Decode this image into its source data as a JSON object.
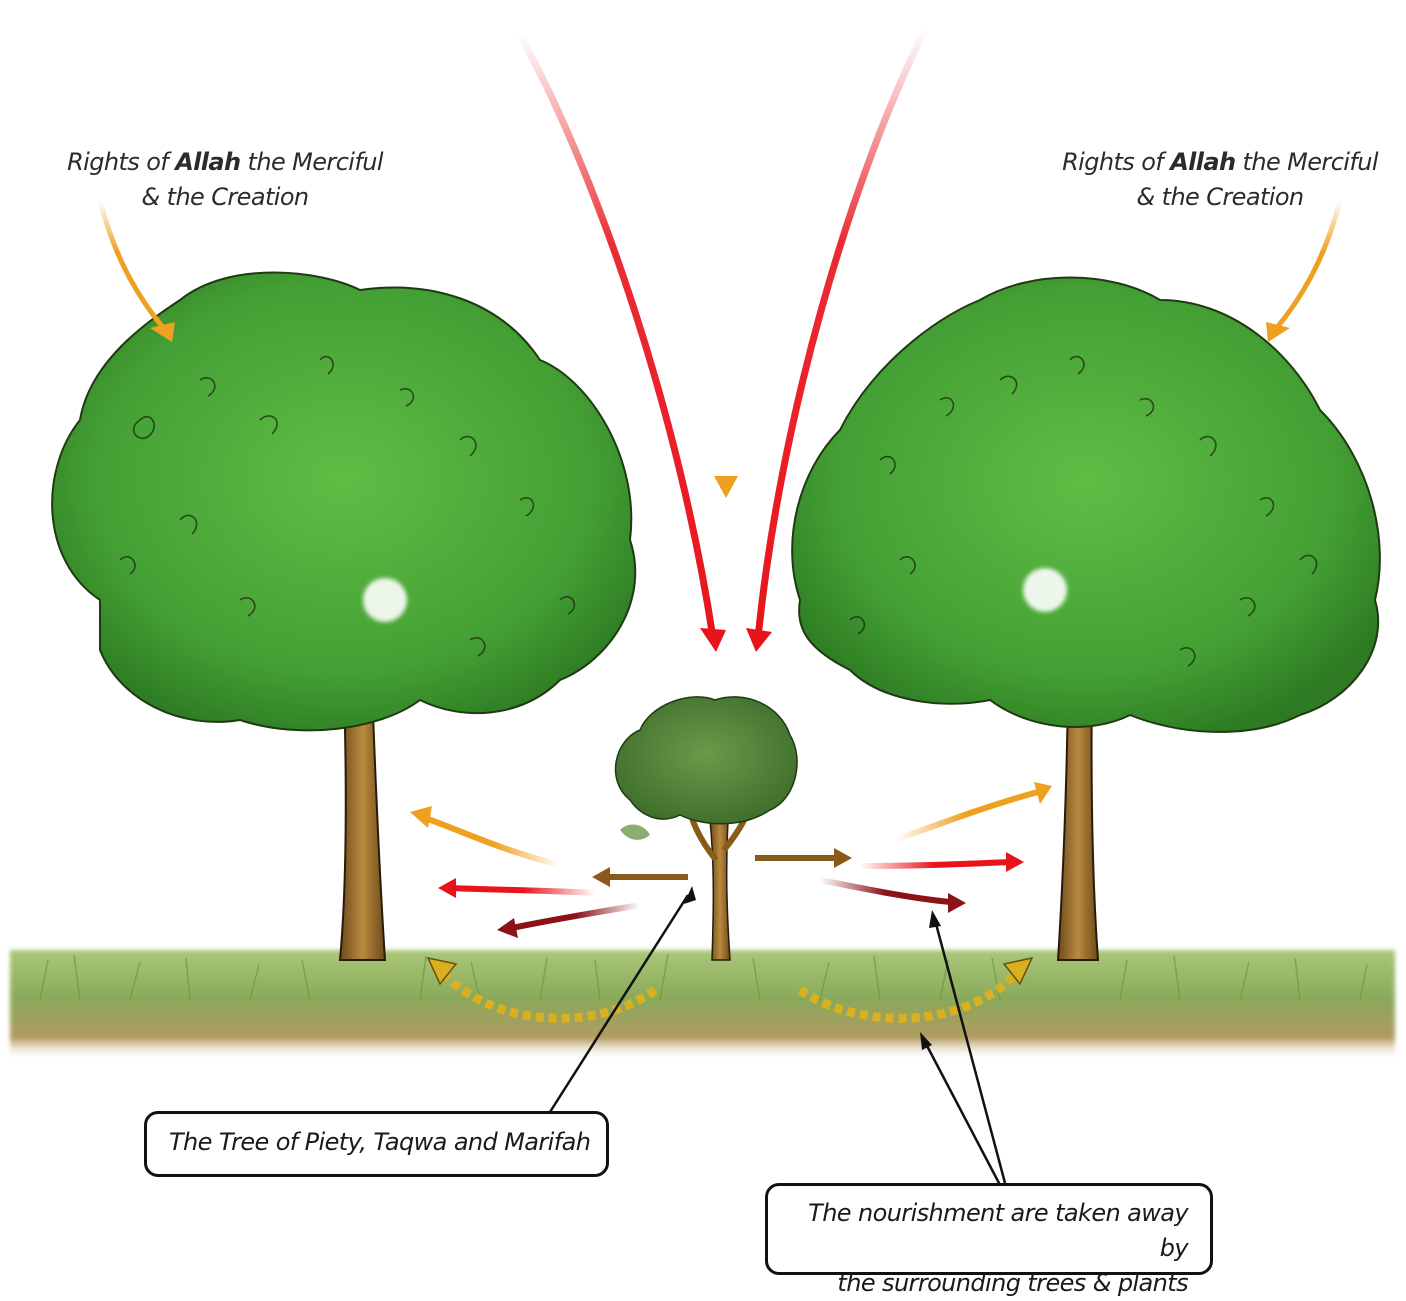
{
  "captions": {
    "left": {
      "prefix": "Rights of ",
      "emph": "Allah",
      "suffix": " the Merciful",
      "line2": "& the Creation"
    },
    "right": {
      "prefix": "Rights of ",
      "emph": "Allah",
      "suffix": " the Merciful",
      "line2": "& the Creation"
    }
  },
  "callouts": {
    "tree": "The Tree of Piety, Taqwa and Marifah",
    "nourish_line1": "The nourishment are taken away by",
    "nourish_line2": "the surrounding trees & plants"
  },
  "colors": {
    "red_arrow": "#e8141c",
    "orange_arrow": "#eea020",
    "brown_arrow": "#8a5a1a",
    "dark_red_arrow": "#8c1218",
    "gold_dotted": "#d8b020",
    "foliage": "#4aa838",
    "foliage_dark": "#2f7d25",
    "trunk": "#a6732e",
    "grass": "#8fb35a"
  }
}
